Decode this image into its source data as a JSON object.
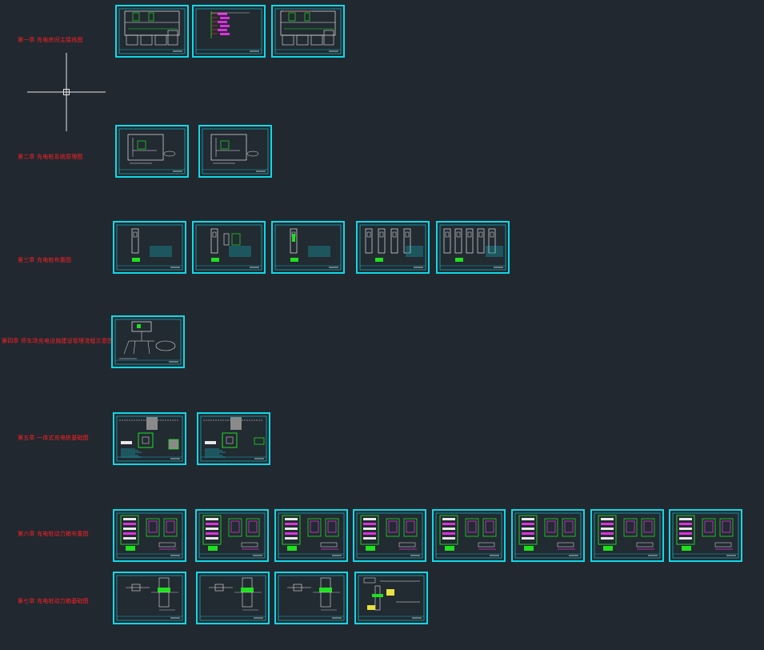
{
  "chapters": [
    {
      "label": "第一章 充电房间主接线图",
      "sheets": 3
    },
    {
      "label": "第二章 充电桩系统原理图",
      "sheets": 2
    },
    {
      "label": "第三章 充电桩布置图",
      "sheets": 5
    },
    {
      "label": "第四章 停车场充电设施建设管理流程示意图",
      "sheets": 1
    },
    {
      "label": "第五章 一体式充电桩基础图",
      "sheets": 2
    },
    {
      "label": "第六章 充电桩动力箱布置图",
      "sheets": 8
    },
    {
      "label": "第七章 充电桩动力箱基础图",
      "sheets": 4
    }
  ],
  "colors": {
    "background": "#212830",
    "sheet_frame": "#10d8e8",
    "label": "#ff2020",
    "white_line": "#e8e8e8",
    "green_line": "#20e020",
    "magenta_line": "#e030e0"
  },
  "cursor": {
    "icon": "crosshair-cursor-icon"
  }
}
